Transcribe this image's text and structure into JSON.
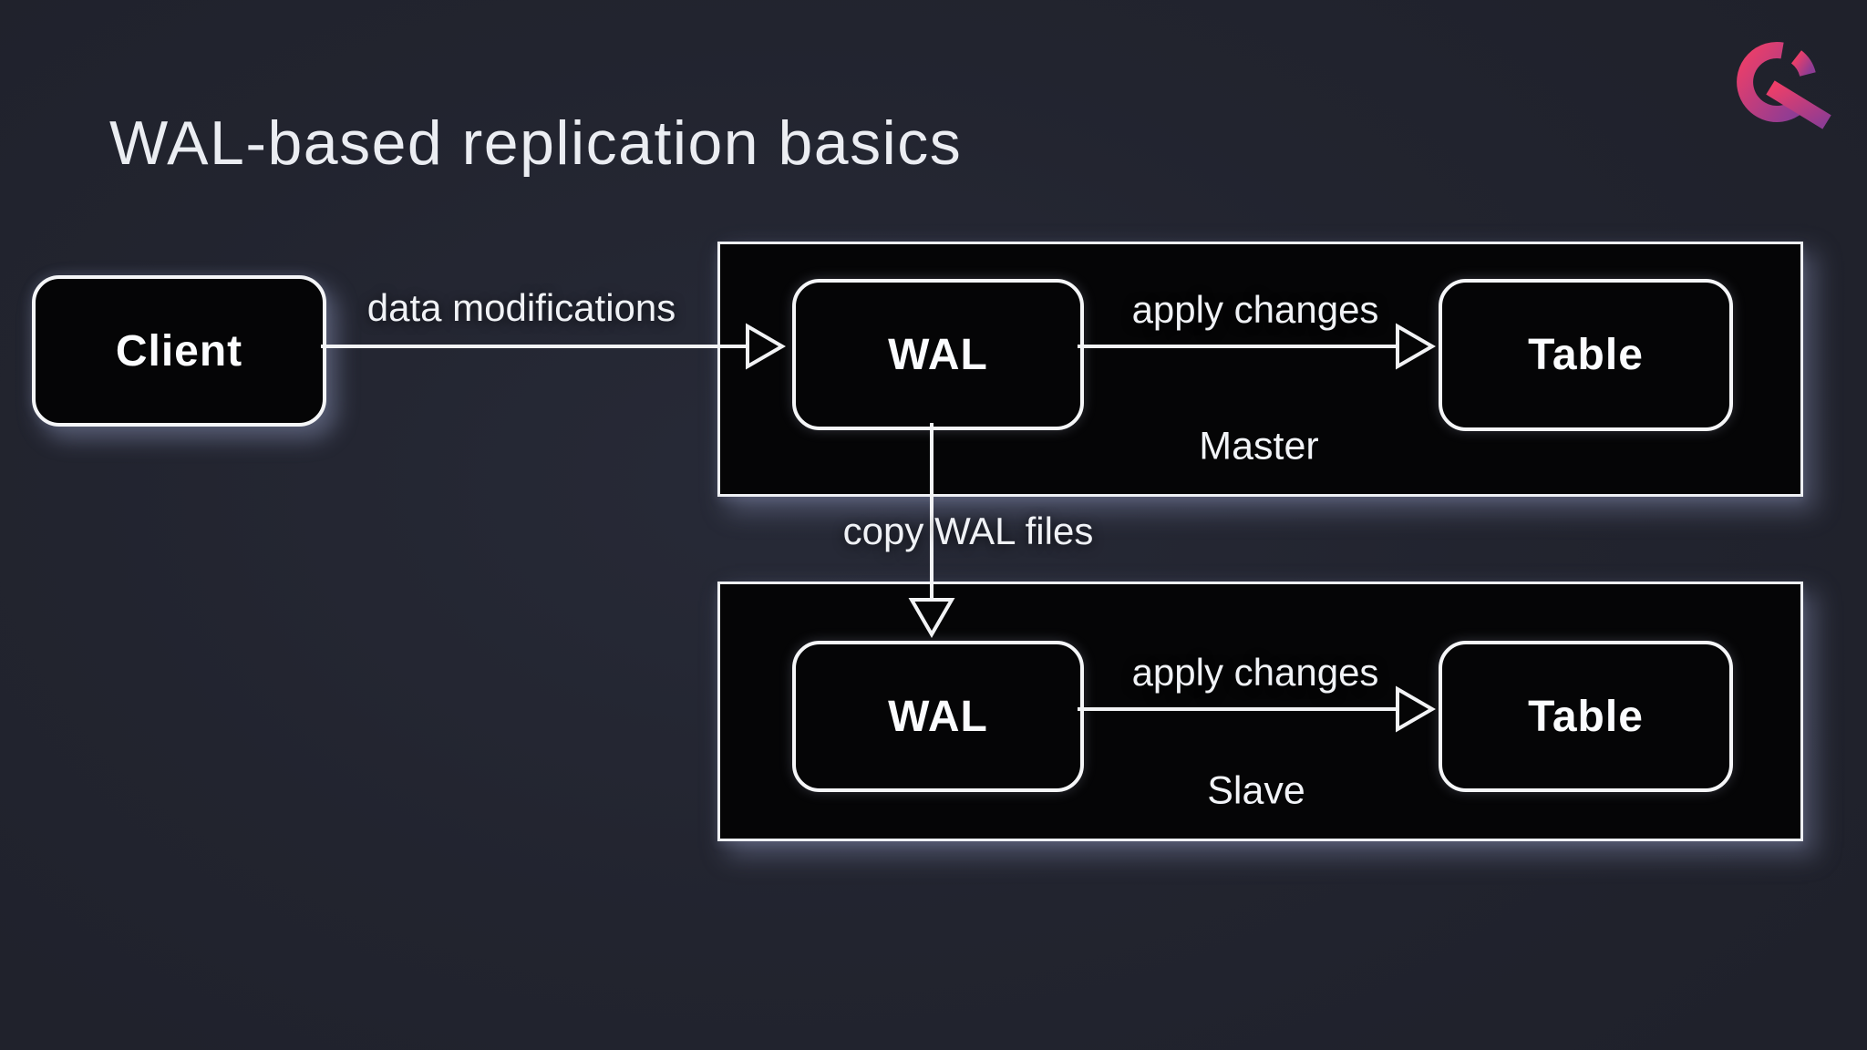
{
  "slide": {
    "title": "WAL-based replication basics"
  },
  "logo": {
    "icon": "q-mark-logo",
    "gradient_start": "#ee3e68",
    "gradient_end": "#8e3c94"
  },
  "nodes": {
    "client": "Client",
    "master_wal": "WAL",
    "master_table": "Table",
    "slave_wal": "WAL",
    "slave_table": "Table"
  },
  "regions": {
    "master": "Master",
    "slave": "Slave"
  },
  "edges": {
    "client_to_master_wal": "data modifications",
    "master_wal_to_table": "apply changes",
    "master_wal_to_slave_wal": "copy WAL files",
    "slave_wal_to_table": "apply changes"
  },
  "colors": {
    "background": "#22242f",
    "box_fill": "#050506",
    "line_stroke": "#f2f3f5",
    "text": "#f0f2f6"
  }
}
